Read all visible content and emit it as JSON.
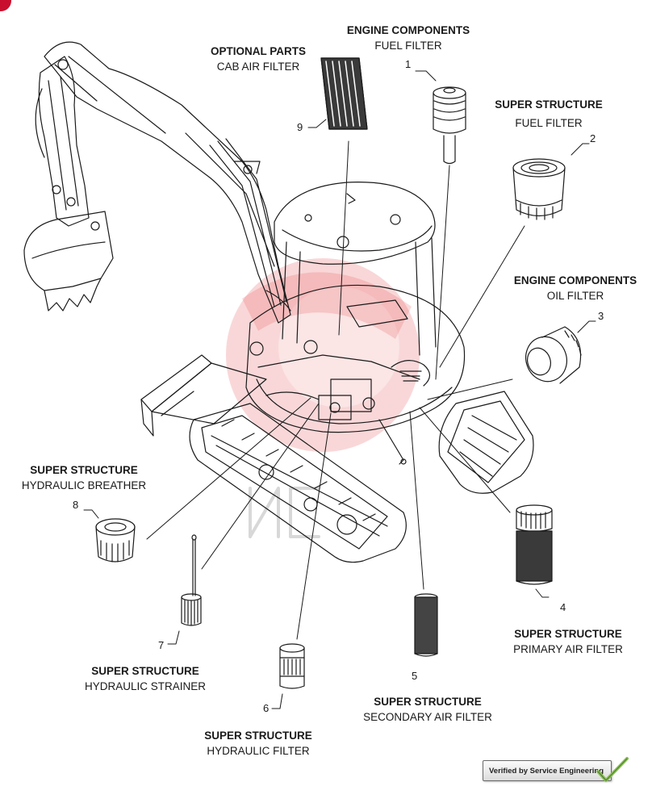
{
  "parts": [
    {
      "number": "1",
      "group": "ENGINE COMPONENTS",
      "name": "FUEL FILTER"
    },
    {
      "number": "2",
      "group": "SUPER STRUCTURE",
      "name": "FUEL FILTER"
    },
    {
      "number": "3",
      "group": "ENGINE COMPONENTS",
      "name": "OIL FILTER"
    },
    {
      "number": "4",
      "group": "SUPER STRUCTURE",
      "name": "PRIMARY AIR FILTER"
    },
    {
      "number": "5",
      "group": "SUPER STRUCTURE",
      "name": "SECONDARY AIR FILTER"
    },
    {
      "number": "6",
      "group": "SUPER STRUCTURE",
      "name": "HYDRAULIC FILTER"
    },
    {
      "number": "7",
      "group": "SUPER STRUCTURE",
      "name": "HYDRAULIC STRAINER"
    },
    {
      "number": "8",
      "group": "SUPER STRUCTURE",
      "name": "HYDRAULIC BREATHER"
    },
    {
      "number": "9",
      "group": "OPTIONAL PARTS",
      "name": "CAB AIR FILTER"
    }
  ],
  "badge": {
    "text": "Verified by Service Engineering"
  },
  "colors": {
    "line": "#1a1a1a",
    "watermark": "#e4484d",
    "brand": "#c8102e"
  }
}
